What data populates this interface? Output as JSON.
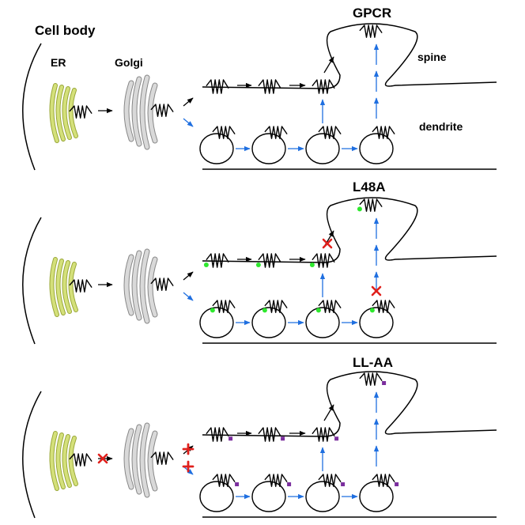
{
  "labels": {
    "cell_body": "Cell body",
    "er": "ER",
    "golgi": "Golgi",
    "spine": "spine",
    "dendrite": "dendrite"
  },
  "panels": [
    {
      "title": "GPCR",
      "marker": "none",
      "blocked_er_exit": false,
      "blocked_golgi_exit": false,
      "blocked_spine_entry": false,
      "blocked_vesicle_to_spine": false
    },
    {
      "title": "L48A",
      "marker": "green-dot",
      "blocked_er_exit": false,
      "blocked_golgi_exit": false,
      "blocked_spine_entry": true,
      "blocked_vesicle_to_spine": true
    },
    {
      "title": "LL-AA",
      "marker": "purple-square",
      "blocked_er_exit": true,
      "blocked_golgi_exit": true,
      "blocked_spine_entry": false,
      "blocked_vesicle_to_spine": false
    }
  ],
  "colors": {
    "er": "#d4e07a",
    "er_stroke": "#9aa83a",
    "golgi": "#d9d9d9",
    "golgi_stroke": "#888888",
    "black_arrow": "#000000",
    "blue_arrow": "#1f6fe0",
    "block_mark": "#e0201c",
    "green_marker": "#2ee82e",
    "purple_marker": "#7b2e9e"
  }
}
